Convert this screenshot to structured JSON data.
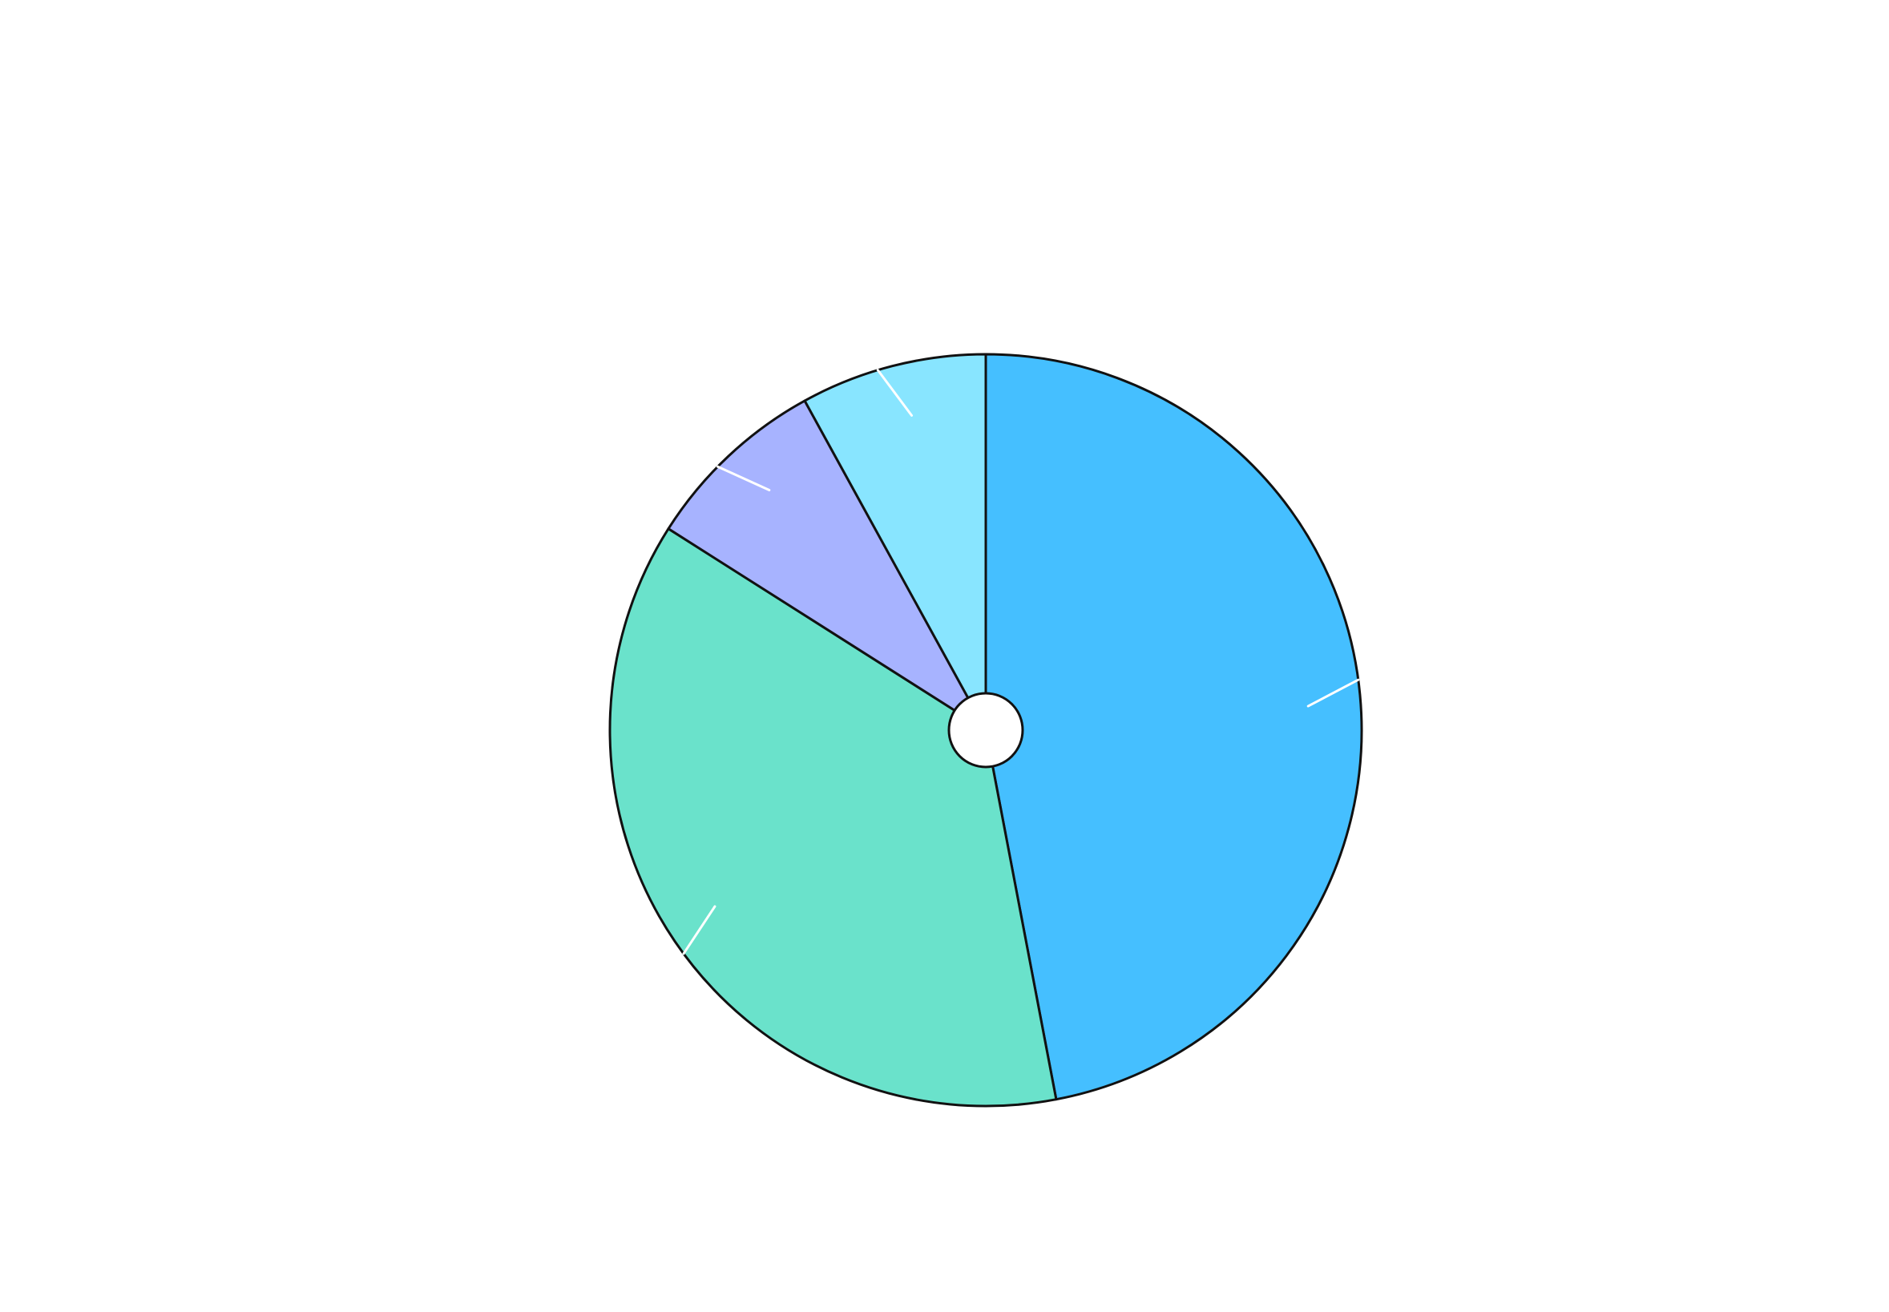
{
  "chart_data": {
    "type": "pie",
    "donut_hole": true,
    "start_angle": "top",
    "direction": "clockwise",
    "slices": [
      {
        "value": 47,
        "color": "#45BFFF"
      },
      {
        "value": 37,
        "color": "#6AE2CB"
      },
      {
        "value": 8,
        "color": "#A7B3FF"
      },
      {
        "value": 8,
        "color": "#88E5FF"
      }
    ],
    "slice_border_color": "#111111",
    "leader_line_color": "#FFFFFF",
    "legend": "none",
    "title": ""
  }
}
